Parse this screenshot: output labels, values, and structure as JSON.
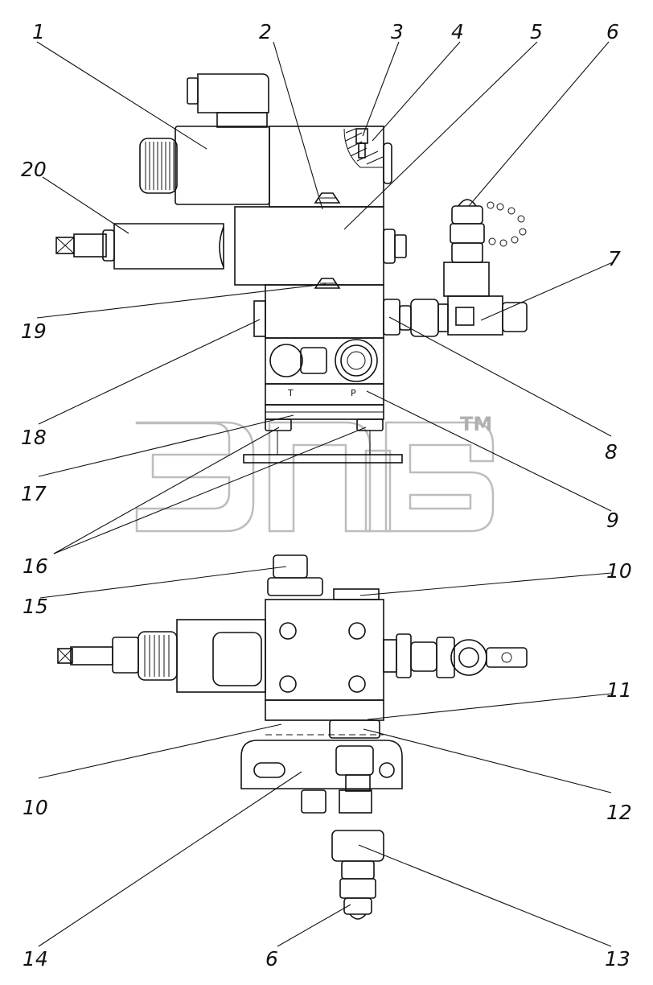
{
  "watermark": {
    "trademark": "TM"
  },
  "ports": {
    "t": "T",
    "p": "P"
  },
  "callouts": {
    "n1": "1",
    "n2": "2",
    "n3": "3",
    "n4": "4",
    "n5": "5",
    "n6_top": "6",
    "n20": "20",
    "n7": "7",
    "n19": "19",
    "n18": "18",
    "n8": "8",
    "n17": "17",
    "n9": "9",
    "n16": "16",
    "n15": "15",
    "n10_top": "10",
    "n11": "11",
    "n10_bottom": "10",
    "n12": "12",
    "n14": "14",
    "n6_bottom": "6",
    "n13": "13"
  }
}
